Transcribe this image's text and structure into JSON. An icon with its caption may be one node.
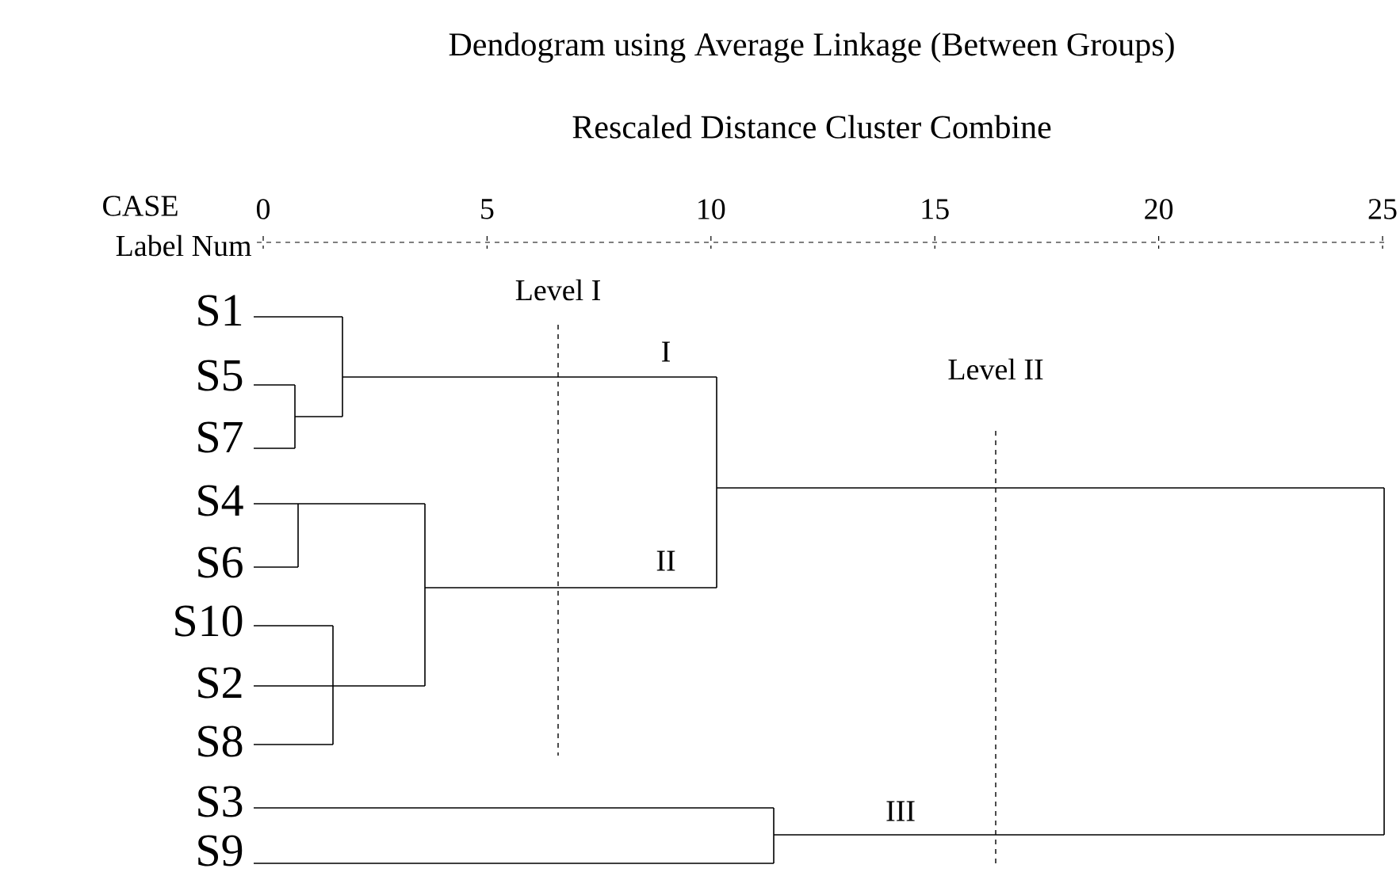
{
  "diagram": {
    "title": "Dendogram using Average Linkage (Between Groups)",
    "labels": [
      "Rescaled Distance Cluster Combine",
      "CASE",
      "Label Num",
      "0",
      "5",
      "10",
      "15",
      "20",
      "25",
      "Level I",
      "I",
      "Level II",
      "II",
      "III",
      "S1",
      "S5",
      "S7",
      "S4",
      "S6",
      "S10",
      "S2",
      "S8",
      "S3",
      "S9"
    ]
  }
}
